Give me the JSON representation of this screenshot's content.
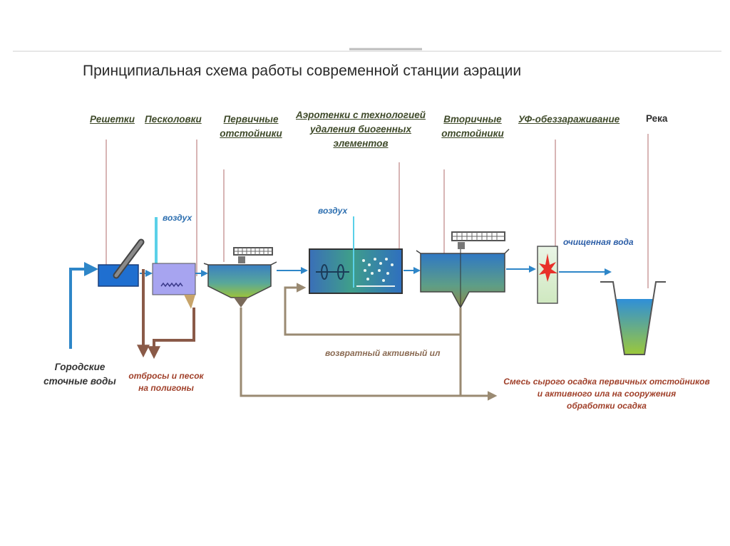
{
  "title": "Принципиальная схема работы современной станции аэрации",
  "stages": {
    "screens": "Решетки",
    "sand_traps": "Песколовки",
    "primary_line1": "Первичные",
    "primary_line2": "отстойники",
    "aero_line1": "Аэротенки с технологией",
    "aero_line2": "удаления биогенных",
    "aero_line3": "элементов",
    "secondary_line1": "Вторичные",
    "secondary_line2": "отстойники",
    "uv": "УФ-обеззараживание",
    "river": "Река"
  },
  "labels": {
    "air_1": "воздух",
    "air_2": "воздух",
    "treated_water": "очищенная вода",
    "return_sludge": "возвратный активный ил",
    "waste_line1": "отбросы и песок",
    "waste_line2": "на полигоны",
    "inflow_line1": "Городские",
    "inflow_line2": "сточные воды",
    "mixture_line1": "Смесь сырого осадка первичных отстойников",
    "mixture_line2": "и активного ила на сооружения",
    "mixture_line3": "обработки осадка"
  },
  "colors": {
    "water_flow": "#2e86c8",
    "sludge_flow": "#9a8a72",
    "waste_flow": "#8a5a48",
    "leader_lines": "#b06b6b"
  }
}
